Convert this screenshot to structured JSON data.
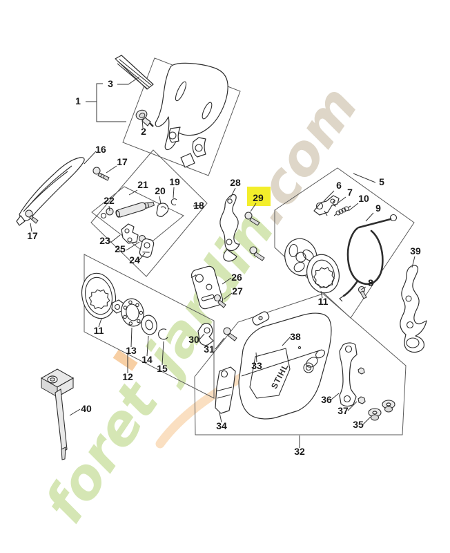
{
  "page": {
    "background": "#ffffff"
  },
  "watermark": {
    "text_green_1": "foret",
    "text_orange": "'",
    "text_green_2": "jardin",
    "text_beige": ".com",
    "green": "#cbe1a2",
    "orange": "#f6c48e",
    "beige": "#d6cdbb"
  },
  "highlight": {
    "label": "29",
    "color": "#f3ee2b"
  },
  "link_color": "#1b2f80",
  "cover_logo": "STIHL",
  "labels": {
    "n1": "1",
    "n2": "2",
    "n3": "3",
    "n5": "5",
    "n6": "6",
    "n7": "7",
    "n8": "8",
    "n9": "9",
    "n10": "10",
    "n11a": "11",
    "n11b": "11",
    "n12": "12",
    "n13": "13",
    "n14": "14",
    "n15": "15",
    "n16": "16",
    "n17a": "17",
    "n17b": "17",
    "n18": "18",
    "n19": "19",
    "n20": "20",
    "n21": "21",
    "n22": "22",
    "n23": "23",
    "n24": "24",
    "n25": "25",
    "n26": "26",
    "n27": "27",
    "n28": "28",
    "n29": "29",
    "n30": "30",
    "n31": "31",
    "n32": "32",
    "n33": "33",
    "n34": "34",
    "n35": "35",
    "n36": "36",
    "n37": "37",
    "n38": "38",
    "n39": "39",
    "n40": "40"
  }
}
